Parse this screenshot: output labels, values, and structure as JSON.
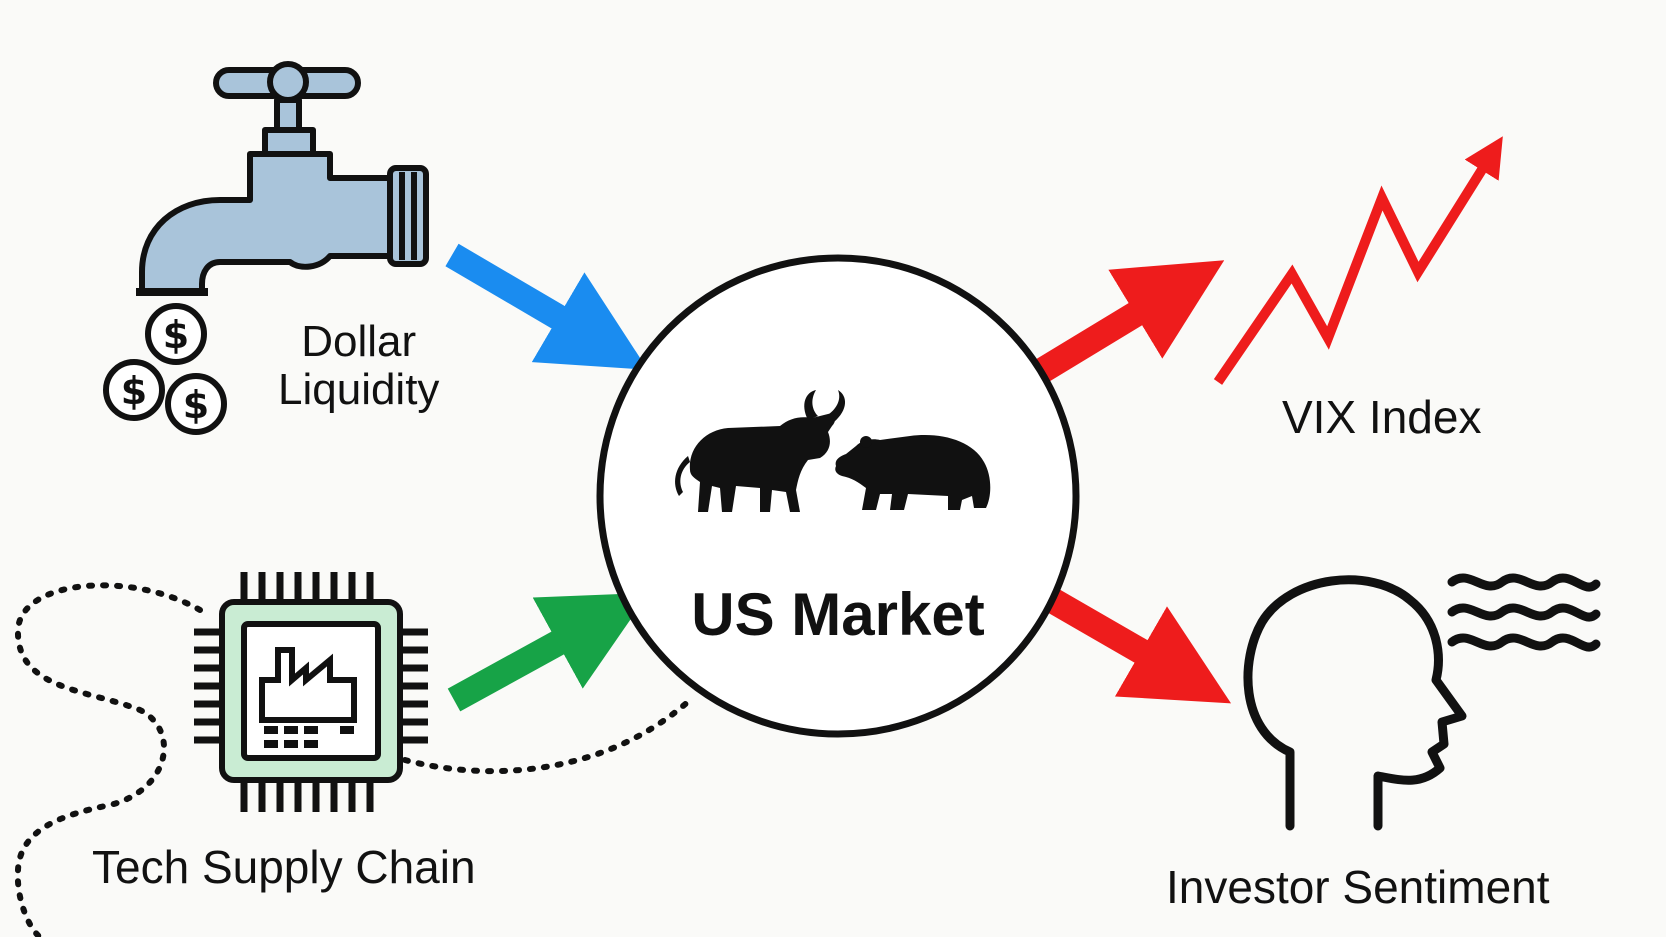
{
  "center": {
    "label": "US Market"
  },
  "inputs": [
    {
      "id": "dollar-liquidity",
      "label_lines": [
        "Dollar",
        "Liquidity"
      ],
      "arrow_color": "#1a8cf0"
    },
    {
      "id": "tech-supply-chain",
      "label": "Tech Supply Chain",
      "arrow_color": "#17a347"
    }
  ],
  "outputs": [
    {
      "id": "vix-index",
      "label": "VIX Index",
      "arrow_color": "#ee1c1c"
    },
    {
      "id": "investor-sentiment",
      "label": "Investor Sentiment",
      "arrow_color": "#ee1c1c"
    }
  ],
  "icons": {
    "faucet": "faucet-icon",
    "coins": "dollar-coin-icon",
    "chip": "microchip-factory-icon",
    "bull": "bull-icon",
    "bear": "bear-icon",
    "vix": "rising-line-icon",
    "head": "head-profile-icon"
  },
  "colors": {
    "faucet_fill": "#a9c4da",
    "chip_fill": "#c9ecd3",
    "line": "#111111",
    "background": "#fafaf8"
  }
}
